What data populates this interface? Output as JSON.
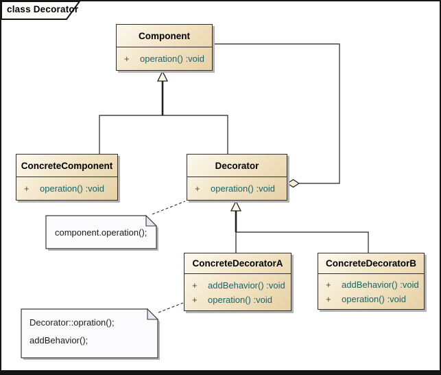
{
  "frame": {
    "tab_label": "class Decorator"
  },
  "classes": {
    "component": {
      "name": "Component",
      "attributes": [
        {
          "visibility": "+",
          "signature": "operation() :void"
        }
      ]
    },
    "concrete_component": {
      "name": "ConcreteComponent",
      "attributes": [
        {
          "visibility": "+",
          "signature": "operation() :void"
        }
      ]
    },
    "decorator": {
      "name": "Decorator",
      "attributes": [
        {
          "visibility": "+",
          "signature": "operation() :void"
        }
      ]
    },
    "concrete_decorator_a": {
      "name": "ConcreteDecoratorA",
      "attributes": [
        {
          "visibility": "+",
          "signature": "addBehavior() :void"
        },
        {
          "visibility": "+",
          "signature": "operation() :void"
        }
      ]
    },
    "concrete_decorator_b": {
      "name": "ConcreteDecoratorB",
      "attributes": [
        {
          "visibility": "+",
          "signature": "addBehavior() :void"
        },
        {
          "visibility": "+",
          "signature": "operation() :void"
        }
      ]
    }
  },
  "notes": {
    "decorator_note": {
      "lines": [
        "component.operation();"
      ]
    },
    "concrete_a_note": {
      "lines": [
        "Decorator::opration();",
        "addBehavior();"
      ]
    }
  },
  "relationships": {
    "generalizations": "ConcreteComponent,Decorator -> Component; ConcreteDecoratorA,ConcreteDecoratorB -> Decorator",
    "aggregation": "Decorator o-- Component"
  },
  "colors": {
    "box_fill_light": "#fdf9ee",
    "box_fill_dark": "#e7d1a6",
    "box_border": "#2d2d2d",
    "signature_text": "#17646a",
    "visibility_text": "#4f4a2e",
    "note_fill": "#fbfafc",
    "shadow": "#b4b4b4",
    "frame_border": "#161616"
  }
}
